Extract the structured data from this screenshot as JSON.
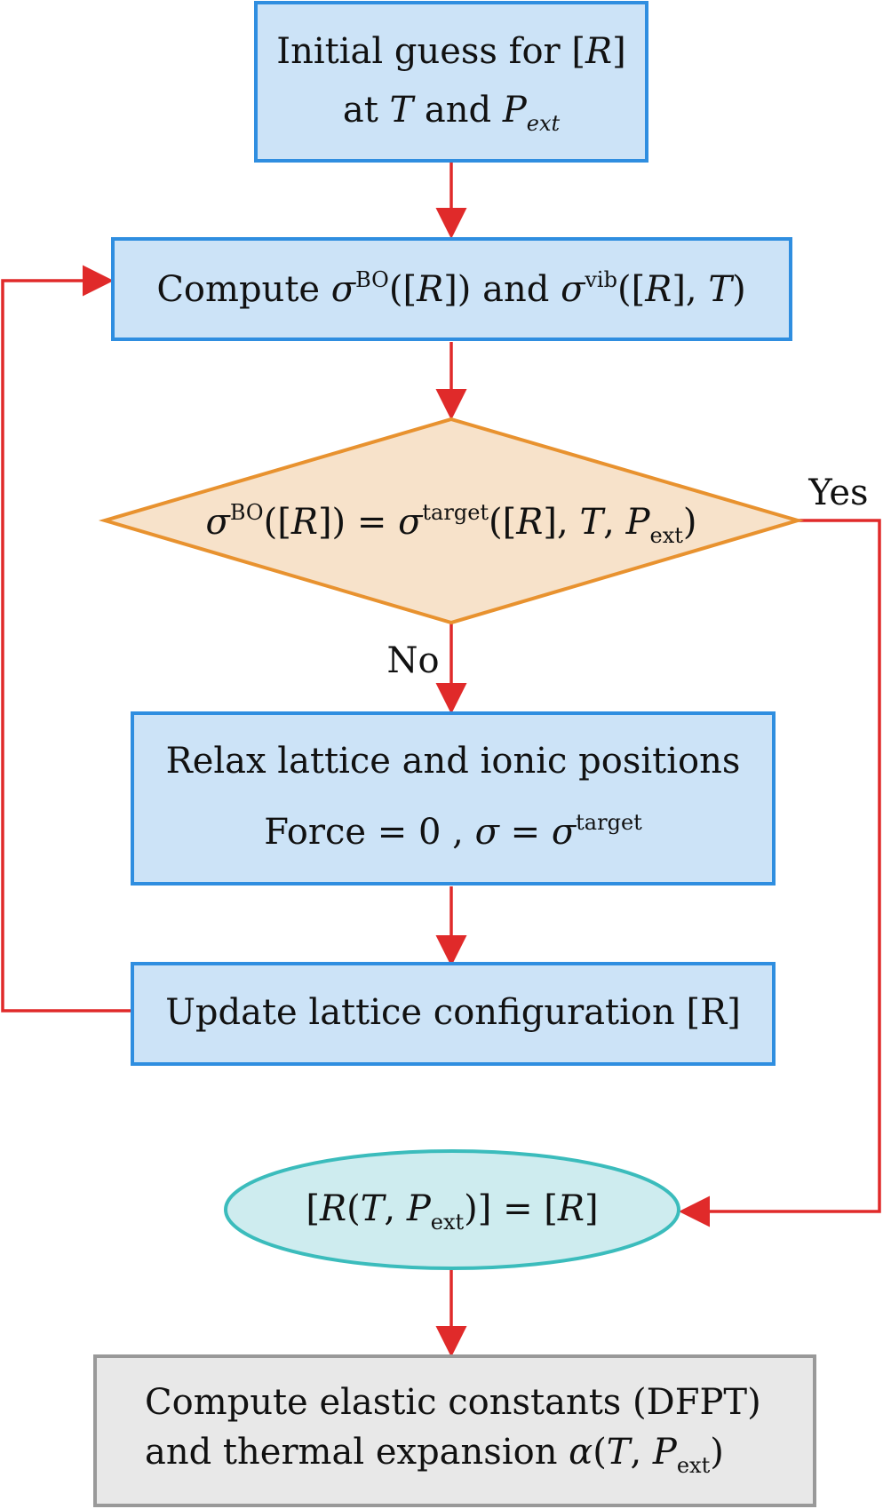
{
  "colors": {
    "process_fill": "#cce3f7",
    "process_stroke": "#2f8ee0",
    "decision_fill": "#f7e2ca",
    "decision_stroke": "#e8922f",
    "terminal_fill": "#ceecef",
    "terminal_stroke": "#3bbcbc",
    "final_fill": "#e8e8e8",
    "final_stroke": "#999999",
    "arrow": "#e02a2a"
  },
  "nodes": {
    "initial": {
      "line1_text": "Initial guess for [",
      "line1_var": "R",
      "line1_end": "]",
      "line2_at": "at ",
      "line2_T": "T",
      "line2_and": " and ",
      "line2_P": "P",
      "line2_sub": "ext"
    },
    "compute": {
      "pre": "Compute ",
      "sigma1": "σ",
      "sup1": "BO",
      "mid1": "([",
      "R1": "R",
      "mid2": "]) and ",
      "sigma2": "σ",
      "sup2": "vib",
      "mid3": "([",
      "R2": "R",
      "mid4": "], ",
      "T": "T",
      "end": ")"
    },
    "decision": {
      "sigma1": "σ",
      "sup1": "BO",
      "mid1": "([",
      "R1": "R",
      "mid2": "]) = ",
      "sigma2": "σ",
      "sup2": "target",
      "mid3": "([",
      "R2": "R",
      "mid4": "], ",
      "T": "T",
      "comma": ", ",
      "P": "P",
      "sub": "ext",
      "end": ")"
    },
    "relax": {
      "line1": "Relax lattice and ionic positions",
      "line2_force": "Force = 0 , ",
      "line2_sigma1": "σ",
      "line2_eq": " = ",
      "line2_sigma2": "σ",
      "line2_sup": "target"
    },
    "update": {
      "text": "Update lattice configuration [R]"
    },
    "result": {
      "open": "[",
      "R1": "R",
      "paren": "(",
      "T": "T",
      "comma": ", ",
      "P": "P",
      "sub": "ext",
      "close": ")] = [",
      "R2": "R",
      "end": "]"
    },
    "final": {
      "line1": "Compute elastic constants (DFPT)",
      "line2_text": "and thermal expansion ",
      "line2_alpha": "α",
      "line2_paren": "(",
      "line2_T": "T",
      "line2_comma": ", ",
      "line2_P": "P",
      "line2_sub": "ext",
      "line2_end": ")"
    }
  },
  "edges": {
    "yes_label": "Yes",
    "no_label": "No"
  }
}
